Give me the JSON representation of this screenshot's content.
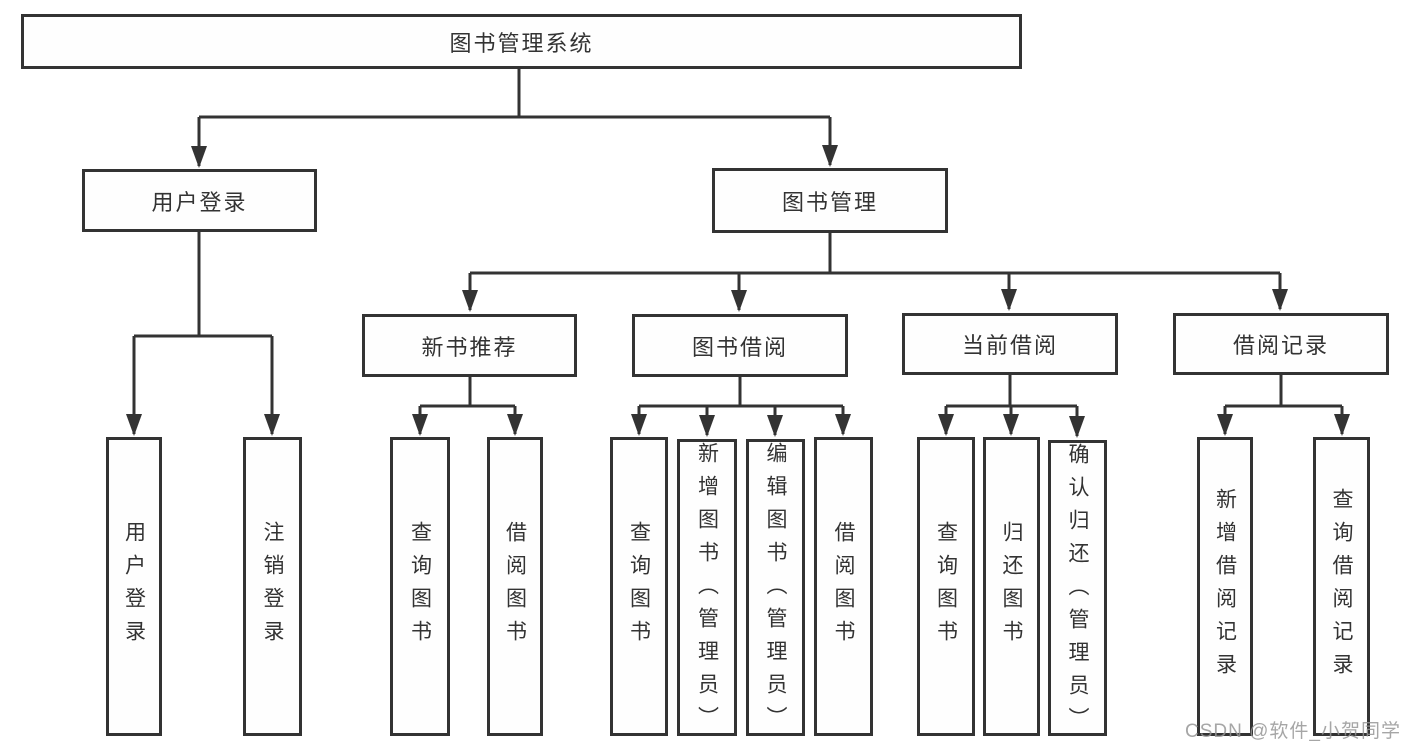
{
  "diagram_title": "图书管理系统",
  "watermark": "CSDN @软件_小贺同学",
  "colors": {
    "line": "#333333",
    "box_border": "#333333",
    "text": "#333333",
    "watermark": "#969696",
    "background": "#ffffff"
  },
  "hierarchy": {
    "label": "图书管理系统",
    "children": [
      {
        "label": "用户登录",
        "children": [
          {
            "label": "用户登录"
          },
          {
            "label": "注销登录"
          }
        ]
      },
      {
        "label": "图书管理",
        "children": [
          {
            "label": "新书推荐",
            "children": [
              {
                "label": "查询图书"
              },
              {
                "label": "借阅图书"
              }
            ]
          },
          {
            "label": "图书借阅",
            "children": [
              {
                "label": "查询图书"
              },
              {
                "label": "新增图书（管理员）"
              },
              {
                "label": "编辑图书（管理员）"
              },
              {
                "label": "借阅图书"
              }
            ]
          },
          {
            "label": "当前借阅",
            "children": [
              {
                "label": "查询图书"
              },
              {
                "label": "归还图书"
              },
              {
                "label": "确认归还（管理员）"
              }
            ]
          },
          {
            "label": "借阅记录",
            "children": [
              {
                "label": "新增借阅记录"
              },
              {
                "label": "查询借阅记录"
              }
            ]
          }
        ]
      }
    ]
  }
}
